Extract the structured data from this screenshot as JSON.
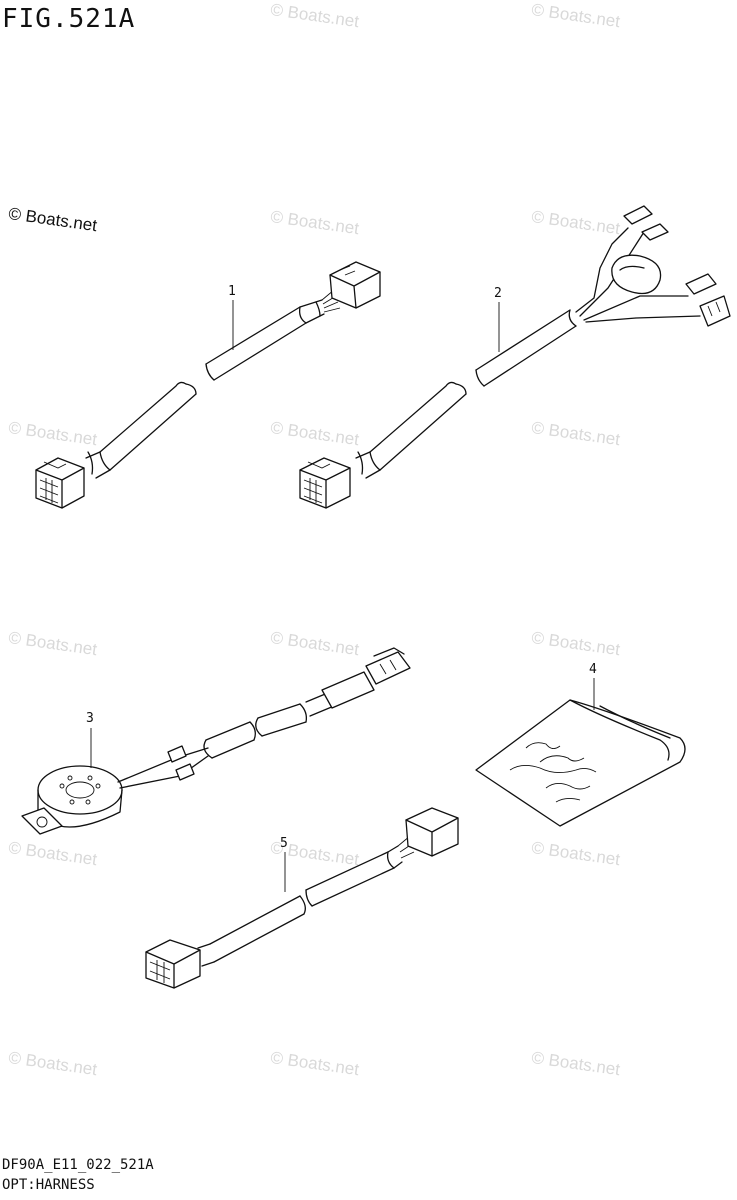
{
  "figure": {
    "title": "FIG.521A",
    "code": "DF90A_E11_022_521A",
    "name": "OPT:HARNESS"
  },
  "brand": "© Boats.net",
  "watermark_text": "© Boats.net",
  "callouts": [
    {
      "id": "1"
    },
    {
      "id": "2"
    },
    {
      "id": "3"
    },
    {
      "id": "4"
    },
    {
      "id": "5"
    }
  ]
}
